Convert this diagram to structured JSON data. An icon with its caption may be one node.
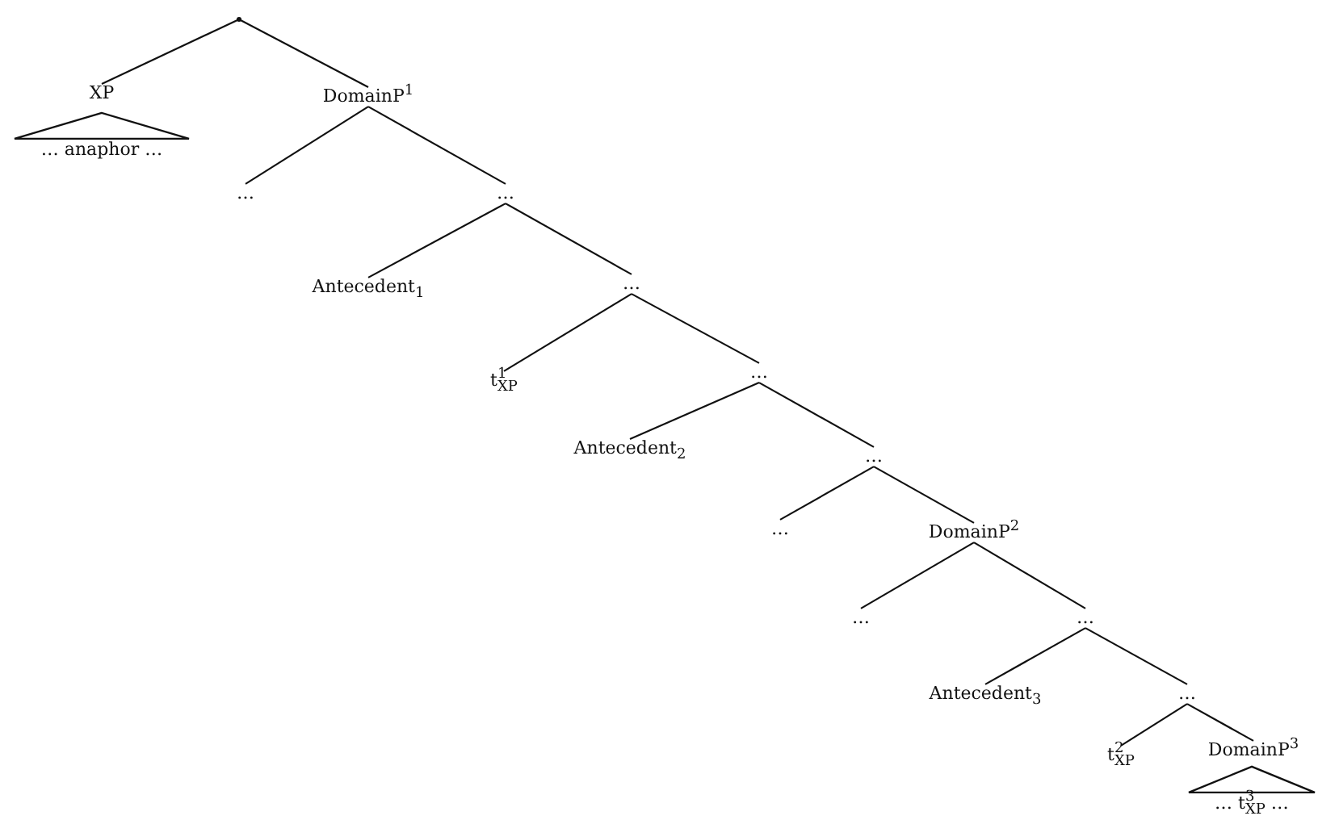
{
  "diagram": {
    "nodes": [
      {
        "text": [],
        "shape": "point"
      },
      {
        "text": [
          "XP"
        ]
      },
      {
        "text": [
          "… anaphor …"
        ]
      },
      {
        "text": [
          "DomainP$^{1}$"
        ]
      },
      {
        "text": [
          "…"
        ]
      },
      {
        "text": [
          "…"
        ]
      },
      {
        "text": [
          "Antecedent$_{1}$"
        ]
      },
      {
        "text": [
          "…"
        ]
      },
      {
        "text": [
          "t$^{1}$$_{XP}$"
        ]
      },
      {
        "text": [
          "…"
        ]
      },
      {
        "text": [
          "Antecedent$_{2}$"
        ]
      },
      {
        "text": [
          "…"
        ]
      },
      {
        "text": [
          "…"
        ]
      },
      {
        "text": [
          "DomainP$^{2}$"
        ]
      },
      {
        "text": [
          "…"
        ]
      },
      {
        "text": [
          "…"
        ]
      },
      {
        "text": [
          "Antecedent$_{3}$"
        ]
      },
      {
        "text": [
          "…"
        ]
      },
      {
        "text": [
          "t$^{2}$$_{XP}$"
        ]
      },
      {
        "text": [
          "DomainP$^{3}$"
        ]
      },
      {
        "text": [
          "… t$^{3}$$_{XP}$ …"
        ]
      }
    ],
    "edges": [
      {
        "from": 0,
        "to": 1,
        "arrow": "none"
      },
      {
        "from": 0,
        "to": 3,
        "arrow": "none"
      },
      {
        "from": 3,
        "to": 4,
        "arrow": "none"
      },
      {
        "from": 3,
        "to": 5,
        "arrow": "none"
      },
      {
        "from": 5,
        "to": 6,
        "arrow": "none"
      },
      {
        "from": 5,
        "to": 7,
        "arrow": "none"
      },
      {
        "from": 7,
        "to": 8,
        "arrow": "none"
      },
      {
        "from": 7,
        "to": 9,
        "arrow": "none"
      },
      {
        "from": 9,
        "to": 10,
        "arrow": "none"
      },
      {
        "from": 9,
        "to": 11,
        "arrow": "none"
      },
      {
        "from": 11,
        "to": 12,
        "arrow": "none"
      },
      {
        "from": 11,
        "to": 13,
        "arrow": "none"
      },
      {
        "from": 13,
        "to": 14,
        "arrow": "none"
      },
      {
        "from": 13,
        "to": 15,
        "arrow": "none"
      },
      {
        "from": 15,
        "to": 16,
        "arrow": "none"
      },
      {
        "from": 15,
        "to": 17,
        "arrow": "none"
      },
      {
        "from": 17,
        "to": 18,
        "arrow": "none"
      },
      {
        "from": 17,
        "to": 19,
        "arrow": "none"
      }
    ]
  }
}
